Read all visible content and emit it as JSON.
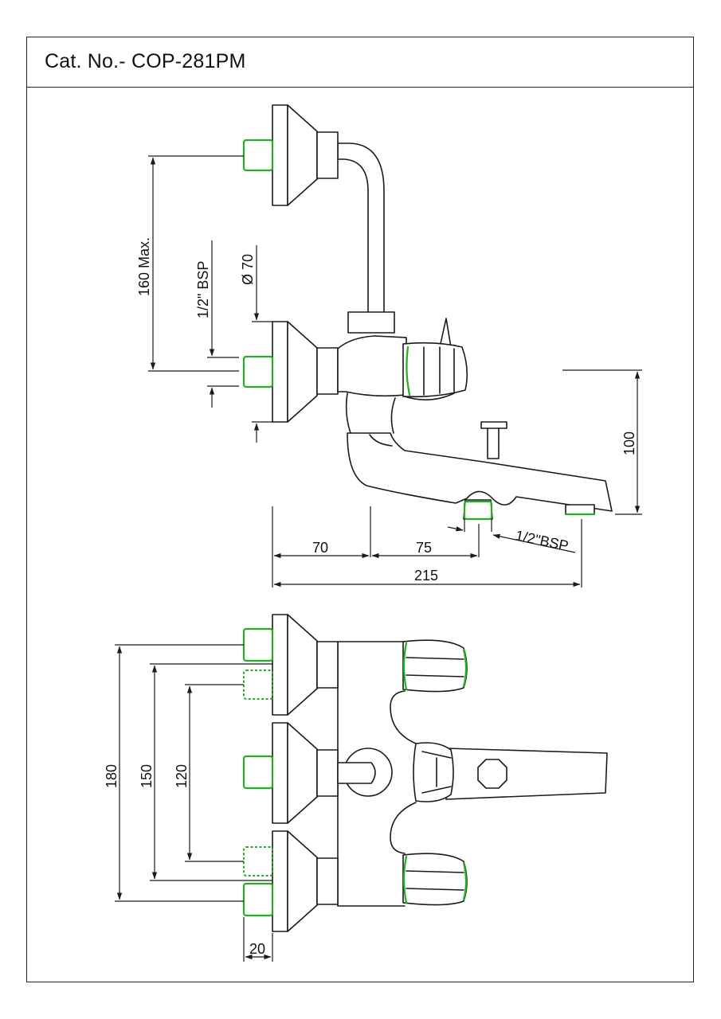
{
  "title": "Cat. No.- COP-281PM",
  "dimensions": {
    "side_view": {
      "d160": "160 Max.",
      "bsp_left": "1/2\" BSP",
      "dia70": "Ø 70",
      "d100": "100",
      "d70": "70",
      "d75": "75",
      "bsp_bottom": "1/2\"BSP",
      "d215": "215"
    },
    "plan_view": {
      "d180": "180",
      "d150": "150",
      "d120": "120",
      "d20": "20"
    }
  },
  "colors": {
    "line": "#1a1a1a",
    "highlight": "#22b022"
  }
}
